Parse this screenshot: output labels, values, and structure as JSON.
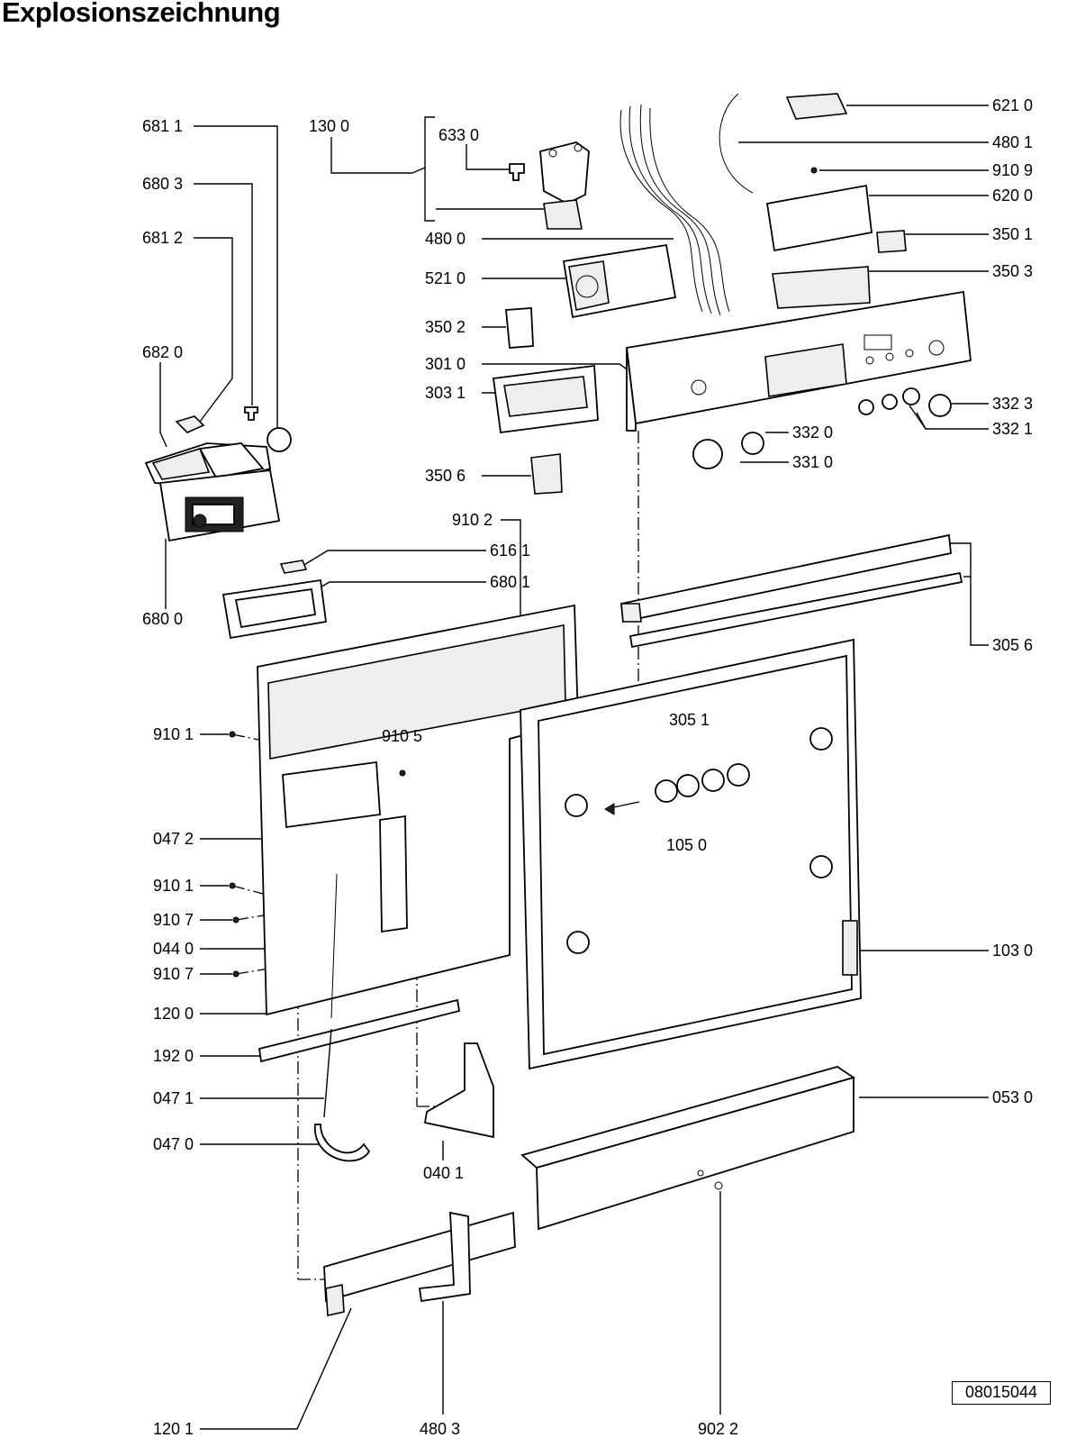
{
  "title": "Explosionszeichnung",
  "document_number": "08015044",
  "labels": {
    "l_681_1": "681 1",
    "l_130_0": "130 0",
    "l_633_0": "633 0",
    "l_680_3": "680 3",
    "l_681_2": "681 2",
    "l_480_0": "480 0",
    "l_521_0": "521 0",
    "l_350_2": "350 2",
    "l_682_0": "682 0",
    "l_301_0": "301 0",
    "l_303_1": "303 1",
    "l_350_6": "350 6",
    "l_621_0": "621 0",
    "l_480_1": "480 1",
    "l_910_9": "910 9",
    "l_620_0": "620 0",
    "l_350_1": "350 1",
    "l_350_3": "350 3",
    "l_332_3": "332 3",
    "l_332_1": "332 1",
    "l_332_0": "332 0",
    "l_331_0": "331 0",
    "l_910_2": "910 2",
    "l_616_1": "616 1",
    "l_680_1": "680 1",
    "l_680_0": "680 0",
    "l_305_6": "305 6",
    "l_305_1": "305 1",
    "l_910_1a": "910 1",
    "l_910_5": "910 5",
    "l_105_0": "105 0",
    "l_047_2": "047 2",
    "l_910_1b": "910 1",
    "l_910_7a": "910 7",
    "l_044_0": "044 0",
    "l_910_7b": "910 7",
    "l_120_0": "120 0",
    "l_103_0": "103 0",
    "l_192_0": "192 0",
    "l_047_1": "047 1",
    "l_053_0": "053 0",
    "l_047_0": "047 0",
    "l_040_1": "040 1",
    "l_120_1": "120 1",
    "l_480_3": "480 3",
    "l_902_2": "902 2"
  }
}
